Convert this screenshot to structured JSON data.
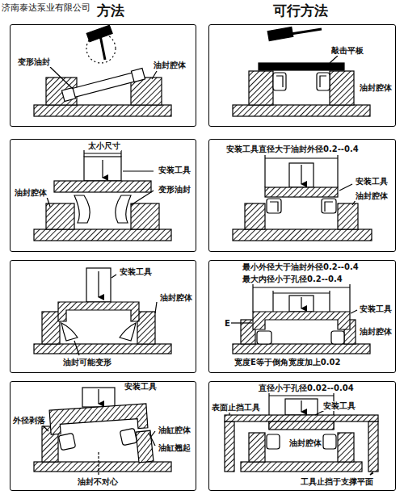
{
  "diagram": {
    "nodes": [
      {
        "text": [
          "变形油封",
          "油封腔体"
        ]
      },
      {
        "text": [
          "敲击平板",
          "油封腔体"
        ]
      },
      {
        "text": [
          "太小尺寸",
          "安装工具",
          "油封腔体",
          "变形油封"
        ]
      },
      {
        "text": [
          "安装工具直径大于油封外径0.2--0.4",
          "安装工具",
          "油封腔体"
        ]
      },
      {
        "text": [
          "安装工具",
          "油封腔体",
          "油封可能变形"
        ]
      },
      {
        "text": [
          "最小外径大于油封外径0.2--0.4",
          "最大内径小于孔径0.2--0.4",
          "E",
          "安装工具",
          "油封腔体",
          "宽度E等于倒角宽度加上0.02"
        ]
      },
      {
        "text": [
          "安装工具",
          "外径剥落",
          "油缸腔体",
          "油缸翘起",
          "油封不对心"
        ]
      },
      {
        "text": [
          "直径小于孔径0.02--0.04",
          "表面止挡工具",
          "安装工具",
          "油封腔体",
          "工具止挡于支撑平面"
        ]
      }
    ],
    "labels": [
      "济南泰达泵业有限公司",
      "方法",
      "可行方法"
    ]
  }
}
